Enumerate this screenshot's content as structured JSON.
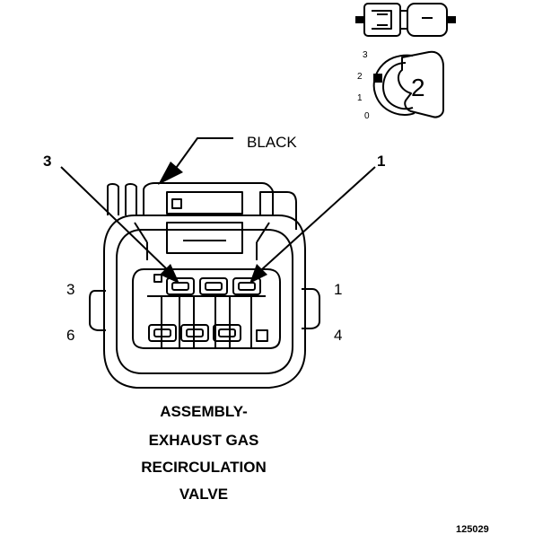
{
  "connector": {
    "color_label": "BLACK",
    "callout_left": "3",
    "callout_right": "1",
    "pin_labels": {
      "top_left": "3",
      "top_right": "1",
      "bottom_left": "6",
      "bottom_right": "4"
    }
  },
  "key_inset": {
    "positions": [
      "3",
      "2",
      "1",
      "0"
    ],
    "key_number": "2"
  },
  "title_lines": [
    "ASSEMBLY-",
    "EXHAUST GAS",
    "RECIRCULATION",
    "VALVE"
  ],
  "figure_number": "125029"
}
